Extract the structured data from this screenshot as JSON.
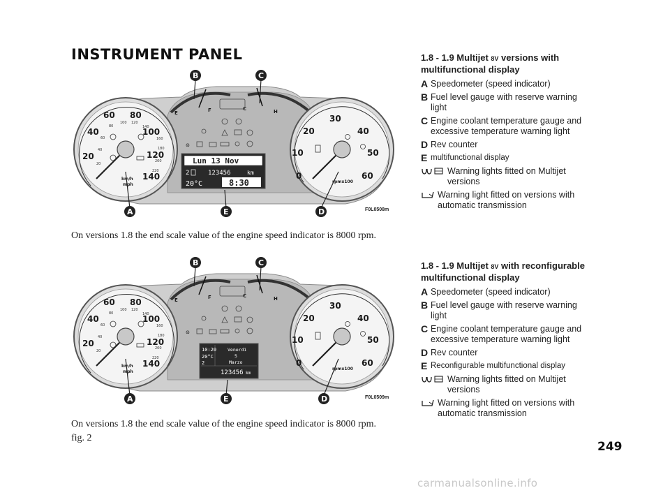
{
  "page_title": "INSTRUMENT PANEL",
  "figure1": {
    "caption": "On versions 1.8 the end scale value of the engine speed indicator is 8000 rpm.",
    "code": "F0L0508m",
    "display": {
      "date": "Lun 13 Nov",
      "gear": "2",
      "odometer": "123456",
      "odometer_unit": "km",
      "temp": "20°C",
      "time": "8:30"
    }
  },
  "figure2": {
    "caption": "On versions 1.8 the end scale value of the engine speed indicator is 8000 rpm.",
    "code": "F0L0509m",
    "label": "fig. 2",
    "display": {
      "time": "10:20",
      "temp": "20°C",
      "gear": "2",
      "day_name": "Venerdì",
      "day": "5",
      "month": "Marzo",
      "odometer": "123456",
      "odometer_unit": "km"
    }
  },
  "markers": {
    "a": "A",
    "b": "B",
    "c": "C",
    "d": "D",
    "e": "E"
  },
  "speedometer": {
    "major": [
      "20",
      "40",
      "60",
      "80",
      "100",
      "120",
      "140"
    ],
    "minor": [
      "20",
      "40",
      "60",
      "80",
      "100",
      "120",
      "140",
      "160",
      "180",
      "200",
      "220"
    ],
    "unit1": "km/h",
    "unit2": "mph"
  },
  "tachometer": {
    "major": [
      "0",
      "10",
      "20",
      "30",
      "40",
      "50",
      "60"
    ],
    "unit": "rpmx100"
  },
  "fuel": {
    "empty": "E",
    "full": "F"
  },
  "temp_gauge": {
    "cold": "C",
    "hot": "H"
  },
  "section1": {
    "heading_a": "1.8 - 1.9 Multijet ",
    "heading_sv": "8V",
    "heading_b": " versions with multifunctional display",
    "items": [
      {
        "letter": "A",
        "text": "Speedometer (speed indicator)"
      },
      {
        "letter": "B",
        "text": "Fuel level gauge with reserve warning light"
      },
      {
        "letter": "C",
        "text": "Engine coolant temperature gauge and excessive temperature warning light"
      },
      {
        "letter": "D",
        "text": "Rev counter"
      },
      {
        "letter": "E",
        "text": "multifunctional display"
      }
    ],
    "note_multijet": "Warning lights fitted on Multijet versions",
    "note_auto": "Warning light fitted on versions with automatic transmission"
  },
  "section2": {
    "heading_a": "1.8 - 1.9 Multijet ",
    "heading_sv": "8V",
    "heading_b": " with reconfigurable multifunctional display",
    "items": [
      {
        "letter": "A",
        "text": "Speedometer (speed indicator)"
      },
      {
        "letter": "B",
        "text": "Fuel level gauge with reserve warning light"
      },
      {
        "letter": "C",
        "text": "Engine coolant temperature gauge and excessive temperature warning light"
      },
      {
        "letter": "D",
        "text": "Rev counter"
      },
      {
        "letter": "E",
        "text": "Reconfigurable multifunctional display"
      }
    ],
    "note_multijet": "Warning lights fitted on Multijet versions",
    "note_auto": "Warning light fitted on versions with automatic transmission"
  },
  "page_number": "249",
  "watermark": "carmanualsonline.info"
}
